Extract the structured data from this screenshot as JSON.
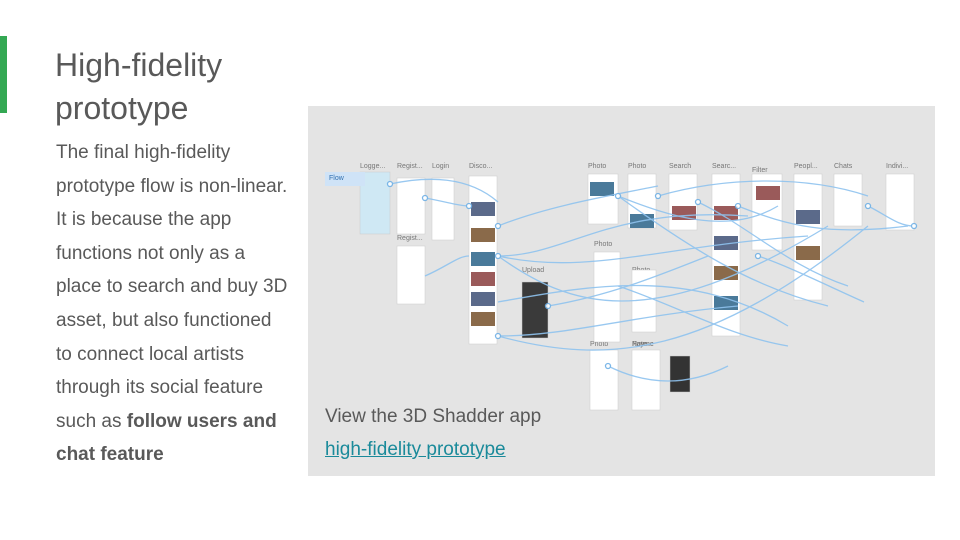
{
  "slide": {
    "title": "High-fidelity prototype",
    "body_plain": "The final high-fidelity prototype flow is non-linear. It is because the app functions not only as a place to search and buy 3D asset, but also functioned to connect local artists through its social feature such as",
    "body_bold": "follow users and chat feature",
    "accent_color": "#34a853"
  },
  "panel": {
    "flow_tag": "Flow",
    "screen_labels": [
      "Logge...",
      "Regist...",
      "Login",
      "Disco...",
      "Photo",
      "Photo",
      "Search",
      "Searc...",
      "Filter",
      "Peopl...",
      "Chats",
      "Indivi...",
      "Regist...",
      "Upload",
      "Photo",
      "Photo",
      "Photo",
      "Note",
      "Payme",
      "Payme"
    ],
    "caption": "View the 3D Shadder app",
    "link_text": "high-fidelity prototype"
  }
}
